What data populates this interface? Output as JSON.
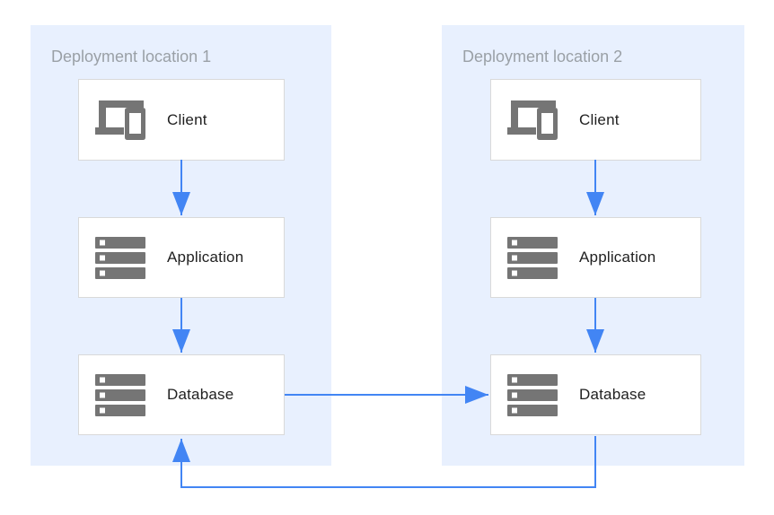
{
  "canvas": {
    "background": "#ffffff"
  },
  "colors": {
    "zone_background": "#e8f0fe",
    "node_background": "#ffffff",
    "node_border": "#d9d9d9",
    "arrow": "#4285f4",
    "icon": "#757575",
    "zone_title_text": "#9aa0a6",
    "node_label_text": "#212121"
  },
  "locations": [
    {
      "title": "Deployment location 1",
      "nodes": [
        {
          "label": "Client",
          "icon": "devices-icon"
        },
        {
          "label": "Application",
          "icon": "server-stack-icon"
        },
        {
          "label": "Database",
          "icon": "server-stack-icon"
        }
      ]
    },
    {
      "title": "Deployment location 2",
      "nodes": [
        {
          "label": "Client",
          "icon": "devices-icon"
        },
        {
          "label": "Application",
          "icon": "server-stack-icon"
        },
        {
          "label": "Database",
          "icon": "server-stack-icon"
        }
      ]
    }
  ],
  "connections": [
    {
      "from": "location1.client",
      "to": "location1.application",
      "style": "arrow"
    },
    {
      "from": "location1.application",
      "to": "location1.database",
      "style": "arrow"
    },
    {
      "from": "location2.client",
      "to": "location2.application",
      "style": "arrow"
    },
    {
      "from": "location2.application",
      "to": "location2.database",
      "style": "arrow"
    },
    {
      "from": "location1.database",
      "to": "location2.database",
      "style": "arrow"
    },
    {
      "from": "location2.database",
      "to": "location1.database",
      "style": "arrow",
      "route": "bottom-return"
    }
  ]
}
